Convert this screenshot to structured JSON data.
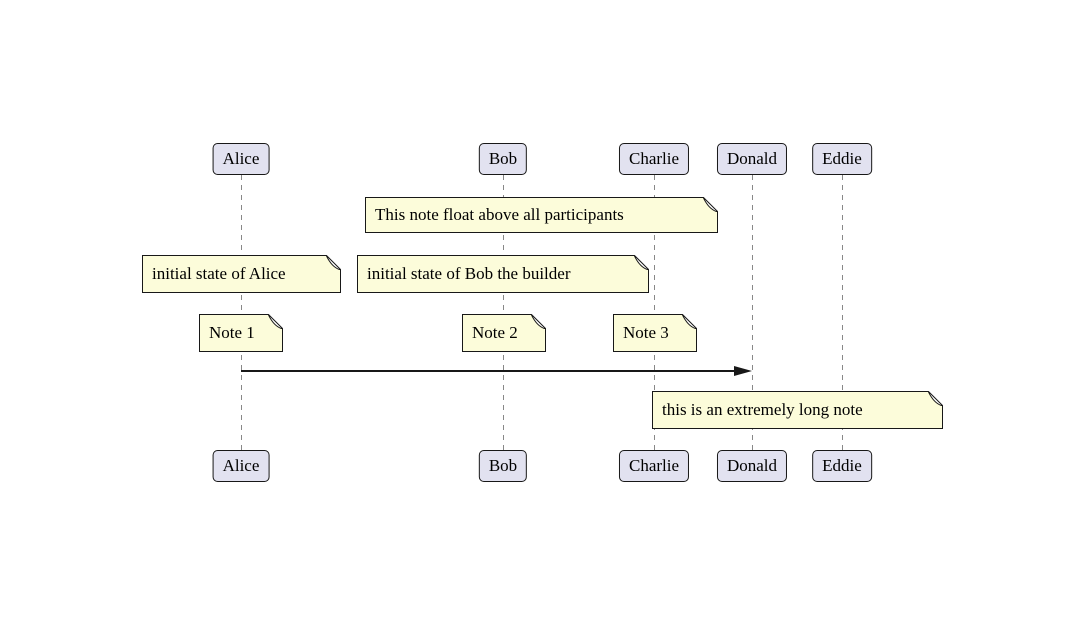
{
  "diagram_type": "sequence-diagram",
  "participants": [
    {
      "name": "Alice"
    },
    {
      "name": "Bob"
    },
    {
      "name": "Charlie"
    },
    {
      "name": "Donald"
    },
    {
      "name": "Eddie"
    }
  ],
  "notes": [
    {
      "id": "float",
      "text": "This note float above all participants"
    },
    {
      "id": "initial-alice",
      "text": "initial state of Alice"
    },
    {
      "id": "initial-bob",
      "text": "initial state of Bob the builder"
    },
    {
      "id": "note-1",
      "text": "Note 1"
    },
    {
      "id": "note-2",
      "text": "Note 2"
    },
    {
      "id": "note-3",
      "text": "Note 3"
    },
    {
      "id": "long-note",
      "text": "this is an extremely long note"
    }
  ],
  "messages": [
    {
      "from": "Alice",
      "to": "Donald",
      "label": ""
    }
  ],
  "colors": {
    "participant_fill": "#E2E2F0",
    "participant_border": "#181818",
    "note_fill": "#FCFCDA",
    "note_border": "#181818",
    "lifeline_color": "#888888",
    "arrow_color": "#181818",
    "background": "#FFFFFF"
  }
}
